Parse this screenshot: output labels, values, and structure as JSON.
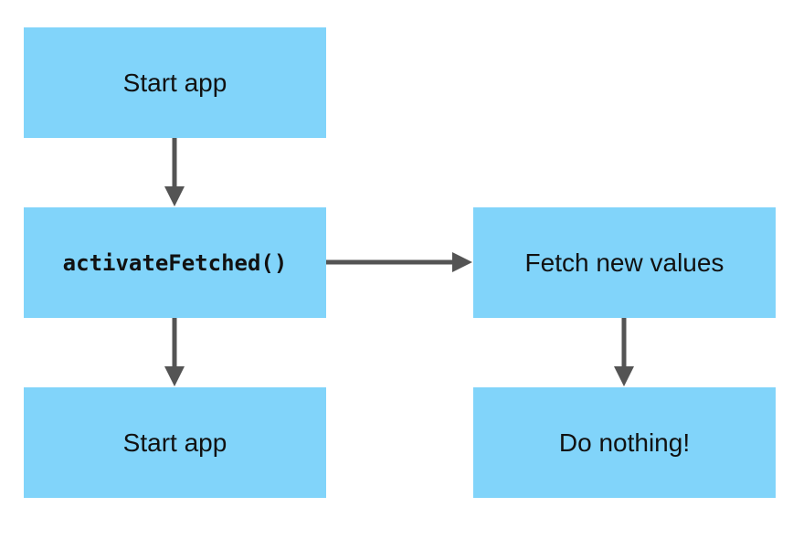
{
  "diagram": {
    "nodes": {
      "start_app_top": "Start app",
      "activate_fetched": "activateFetched()",
      "start_app_bottom": "Start app",
      "fetch_new_values": "Fetch new values",
      "do_nothing": "Do nothing!"
    },
    "edges": [
      {
        "from": "start_app_top",
        "to": "activate_fetched"
      },
      {
        "from": "activate_fetched",
        "to": "start_app_bottom"
      },
      {
        "from": "activate_fetched",
        "to": "fetch_new_values"
      },
      {
        "from": "fetch_new_values",
        "to": "do_nothing"
      }
    ],
    "colors": {
      "box_fill": "#81d4fa",
      "arrow": "#545454",
      "text": "#111111"
    }
  }
}
